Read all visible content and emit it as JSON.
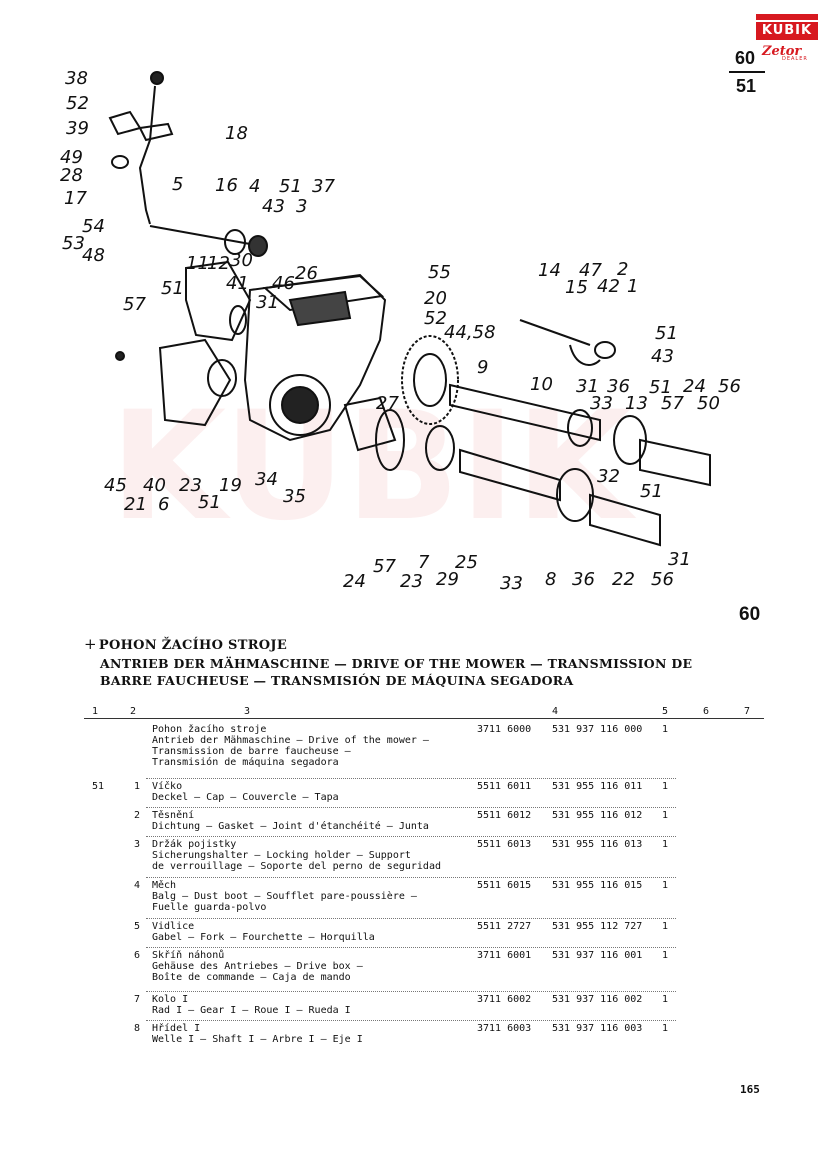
{
  "brand": {
    "name": "KUBIK",
    "sub": "Zetor",
    "dealer": "DEALER"
  },
  "page_ref": {
    "top": "60",
    "bottom": "51"
  },
  "section_number": "60",
  "callouts": [
    "38",
    "52",
    "39",
    "18",
    "49",
    "28",
    "17",
    "5",
    "16",
    "4",
    "51",
    "37",
    "43",
    "3",
    "54",
    "53",
    "48",
    "30",
    "26",
    "41",
    "46",
    "11",
    "12",
    "51",
    "57",
    "31",
    "55",
    "20",
    "52",
    "44,58",
    "14",
    "47",
    "2",
    "15",
    "42",
    "1",
    "51",
    "43",
    "9",
    "10",
    "31",
    "36",
    "51",
    "24",
    "56",
    "33",
    "13",
    "57",
    "50",
    "27",
    "45",
    "40",
    "21",
    "23",
    "19",
    "34",
    "35",
    "6",
    "51",
    "32",
    "51",
    "57",
    "7",
    "25",
    "33",
    "8",
    "36",
    "22",
    "24",
    "23",
    "29",
    "31",
    "56",
    "50"
  ],
  "title_cs": "POHON ŽACÍHO STROJE",
  "title_multi": "ANTRIEB DER MÄHMASCHINE — DRIVE OF THE MOWER — TRANSMISSION DE BARRE FAUCHEUSE — TRANSMISIÓN DE MÁQUINA SEGADORA",
  "columns": [
    "1",
    "2",
    "3",
    "4",
    "5",
    "6",
    "7"
  ],
  "rows": [
    {
      "fig": "",
      "pos": "",
      "lines": [
        "Pohon žacího stroje",
        "Antrieb der Mähmaschine — Drive of the mower —",
        "Transmission de barre faucheuse —",
        "Transmisión de máquina segadora"
      ],
      "code": "3711 6000",
      "partno": "531 937 116 000",
      "qty": "1"
    },
    {
      "fig": "51",
      "pos": "1",
      "lines": [
        "Víčko",
        "Deckel — Cap — Couvercle — Tapa"
      ],
      "code": "5511 6011",
      "partno": "531 955 116 011",
      "qty": "1"
    },
    {
      "fig": "",
      "pos": "2",
      "lines": [
        "Těsnění",
        "Dichtung — Gasket — Joint d'étanchéité — Junta"
      ],
      "code": "5511 6012",
      "partno": "531 955 116 012",
      "qty": "1"
    },
    {
      "fig": "",
      "pos": "3",
      "lines": [
        "Držák pojistky",
        "Sicherungshalter — Locking holder — Support",
        "de verrouillage — Soporte del perno de seguridad"
      ],
      "code": "5511 6013",
      "partno": "531 955 116 013",
      "qty": "1"
    },
    {
      "fig": "",
      "pos": "4",
      "lines": [
        "Měch",
        "Balg — Dust boot — Soufflet pare-poussière —",
        "Fuelle guarda-polvo"
      ],
      "code": "5511 6015",
      "partno": "531 955 116 015",
      "qty": "1"
    },
    {
      "fig": "",
      "pos": "5",
      "lines": [
        "Vidlice",
        "Gabel — Fork — Fourchette — Horquilla"
      ],
      "code": "5511 2727",
      "partno": "531 955 112 727",
      "qty": "1"
    },
    {
      "fig": "",
      "pos": "6",
      "lines": [
        "Skříň náhonů",
        "Gehäuse des Antriebes — Drive box —",
        "Boîte de commande — Caja de mando"
      ],
      "code": "3711 6001",
      "partno": "531 937 116 001",
      "qty": "1"
    },
    {
      "fig": "",
      "pos": "7",
      "lines": [
        "Kolo I",
        "Rad I — Gear I — Roue I — Rueda I"
      ],
      "code": "3711 6002",
      "partno": "531 937 116 002",
      "qty": "1"
    },
    {
      "fig": "",
      "pos": "8",
      "lines": [
        "Hřídel I",
        "Welle I — Shaft I — Arbre I — Eje I"
      ],
      "code": "3711 6003",
      "partno": "531 937 116 003",
      "qty": "1"
    }
  ],
  "page_number": "165"
}
